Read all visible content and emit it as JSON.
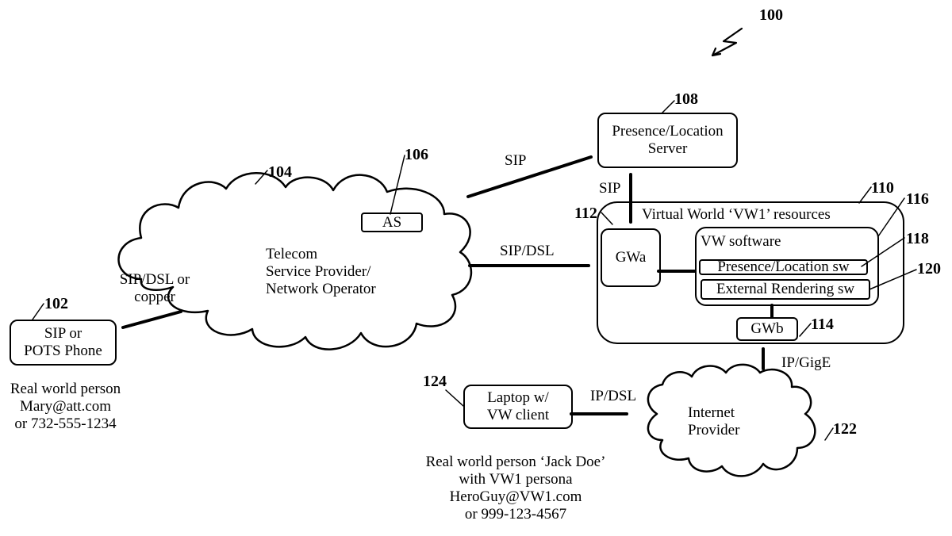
{
  "figure": {
    "ref_number": "100",
    "nodes": {
      "phone": {
        "ref": "102",
        "lines": [
          "SIP or",
          "POTS Phone"
        ]
      },
      "telecom_cloud": {
        "ref": "104",
        "lines": [
          "Telecom",
          "Service Provider/",
          "Network Operator"
        ]
      },
      "app_server": {
        "ref": "106",
        "label": "AS"
      },
      "presence_server": {
        "ref": "108",
        "lines": [
          "Presence/Location",
          "Server"
        ]
      },
      "vw_resources": {
        "ref": "110",
        "label": "Virtual World ‘VW1’ resources"
      },
      "gateway_a": {
        "ref": "112",
        "label": "GWa"
      },
      "gateway_b": {
        "ref": "114",
        "label": "GWb"
      },
      "vw_software": {
        "ref": "116",
        "label": "VW software"
      },
      "presence_sw": {
        "ref": "118",
        "label": "Presence/Location sw"
      },
      "rendering_sw": {
        "ref": "120",
        "label": "External Rendering sw"
      },
      "internet_cloud": {
        "ref": "122",
        "lines": [
          "Internet",
          "Provider"
        ]
      },
      "laptop": {
        "ref": "124",
        "lines": [
          "Laptop w/",
          "VW client"
        ]
      }
    },
    "links": {
      "phone_to_telecom": [
        "SIP/DSL or",
        "copper"
      ],
      "telecom_to_presence": "SIP",
      "presence_to_vw": "SIP",
      "telecom_to_vw": "SIP/DSL",
      "vw_to_internet": "IP/GigE",
      "laptop_to_internet": "IP/DSL"
    },
    "captions": {
      "mary": [
        "Real world person",
        "Mary@att.com",
        "or 732-555-1234"
      ],
      "jack": [
        "Real world person ‘Jack Doe’",
        "with VW1 persona",
        "HeroGuy@VW1.com",
        "or 999-123-4567"
      ]
    }
  }
}
